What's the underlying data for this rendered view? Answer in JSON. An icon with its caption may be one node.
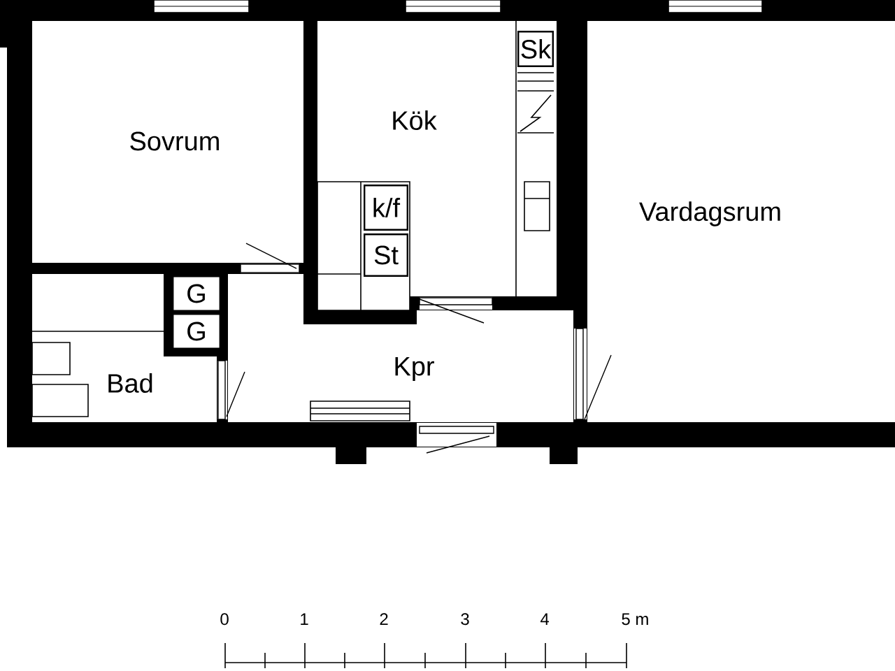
{
  "diagram": {
    "nodes": [
      {
        "text": [
          "Sovrum"
        ]
      },
      {
        "text": [
          "Kök"
        ]
      },
      {
        "text": [
          "Sk"
        ],
        "in": 1
      },
      {
        "text": [
          "k/f"
        ],
        "in": 1
      },
      {
        "text": [
          "St"
        ],
        "in": 1
      },
      {
        "text": [
          "Vardagsrum"
        ]
      },
      {
        "text": [
          "G"
        ]
      },
      {
        "text": [
          "G"
        ]
      },
      {
        "text": [
          "Bad"
        ]
      },
      {
        "text": [
          "Kpr"
        ]
      }
    ],
    "edges": [],
    "labels": [
      "0",
      "1",
      "2",
      "3",
      "4",
      "5 m"
    ]
  }
}
